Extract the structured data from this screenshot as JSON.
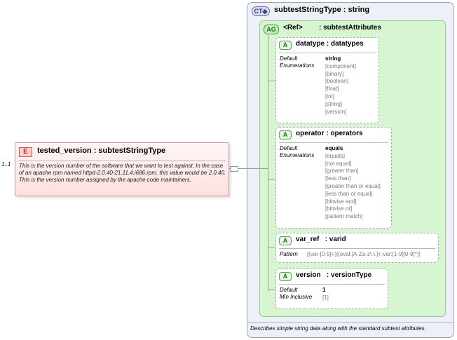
{
  "element": {
    "badge": "E",
    "title": "tested_version : subtestStringType",
    "documentation": "This is the version number of the software that we want to test against.  In the case of an apache rpm named httpd-2.0.40-21.11.4.i686.rpm, this value would be 2.0.40.  This is the version number assigned by the apache code maintainers.",
    "occurs": "1..1"
  },
  "complex_type": {
    "badge": "CT",
    "title": "subtestStringType : string",
    "documentation": "Describes simple string data along with the standard subtest attributes."
  },
  "attribute_group": {
    "badge": "AG",
    "ref": "<Ref>",
    "name": ": subtestAttributes"
  },
  "attributes": [
    {
      "badge": "A",
      "title": "datatype : datatypes",
      "keys": [
        "Default",
        "Enumerations"
      ],
      "default": "string",
      "values": [
        "[component]",
        "[binary]",
        "[boolean]",
        "[float]",
        "[int]",
        "[string]",
        "[version]"
      ]
    },
    {
      "badge": "A",
      "title": "operator : operators",
      "keys": [
        "Default",
        "Enumerations"
      ],
      "default": "equals",
      "values": [
        "[equals]",
        "[not equal]",
        "[greater than]",
        "[less than]",
        "[greater than or equal]",
        "[less than or equal]",
        "[bitwise and]",
        "[bitwise or]",
        "[pattern match]"
      ]
    },
    {
      "badge": "A",
      "title": "var_ref   : varid",
      "keys": [
        "Pattern"
      ],
      "pattern": "[(var-[0-9]+)|(oval:[A-Za-z\\-\\.]+:var:[1-9][0-9]*)]"
    },
    {
      "badge": "A",
      "title": "version   : versionType",
      "keys": [
        "Default",
        "Min Inclusive"
      ],
      "default": "1",
      "values": [
        "[1]"
      ]
    }
  ]
}
